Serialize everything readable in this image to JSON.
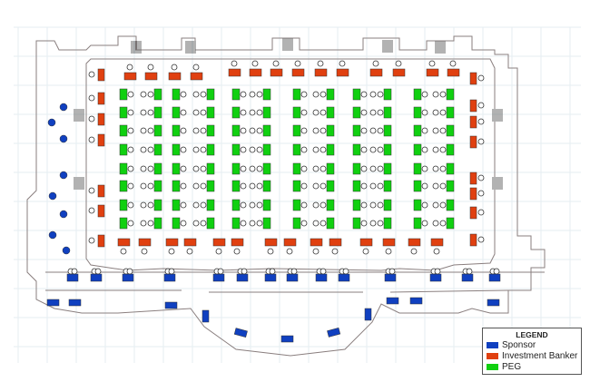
{
  "legend": {
    "title": "LEGEND",
    "items": [
      {
        "label": "Sponsor",
        "color": "#1040c0"
      },
      {
        "label": "Investment Banker",
        "color": "#e04010"
      },
      {
        "label": "PEG",
        "color": "#10d010"
      }
    ]
  },
  "colors": {
    "wall": "#8a7f7f",
    "grid": "#e6eef2",
    "chair": "#333333"
  }
}
